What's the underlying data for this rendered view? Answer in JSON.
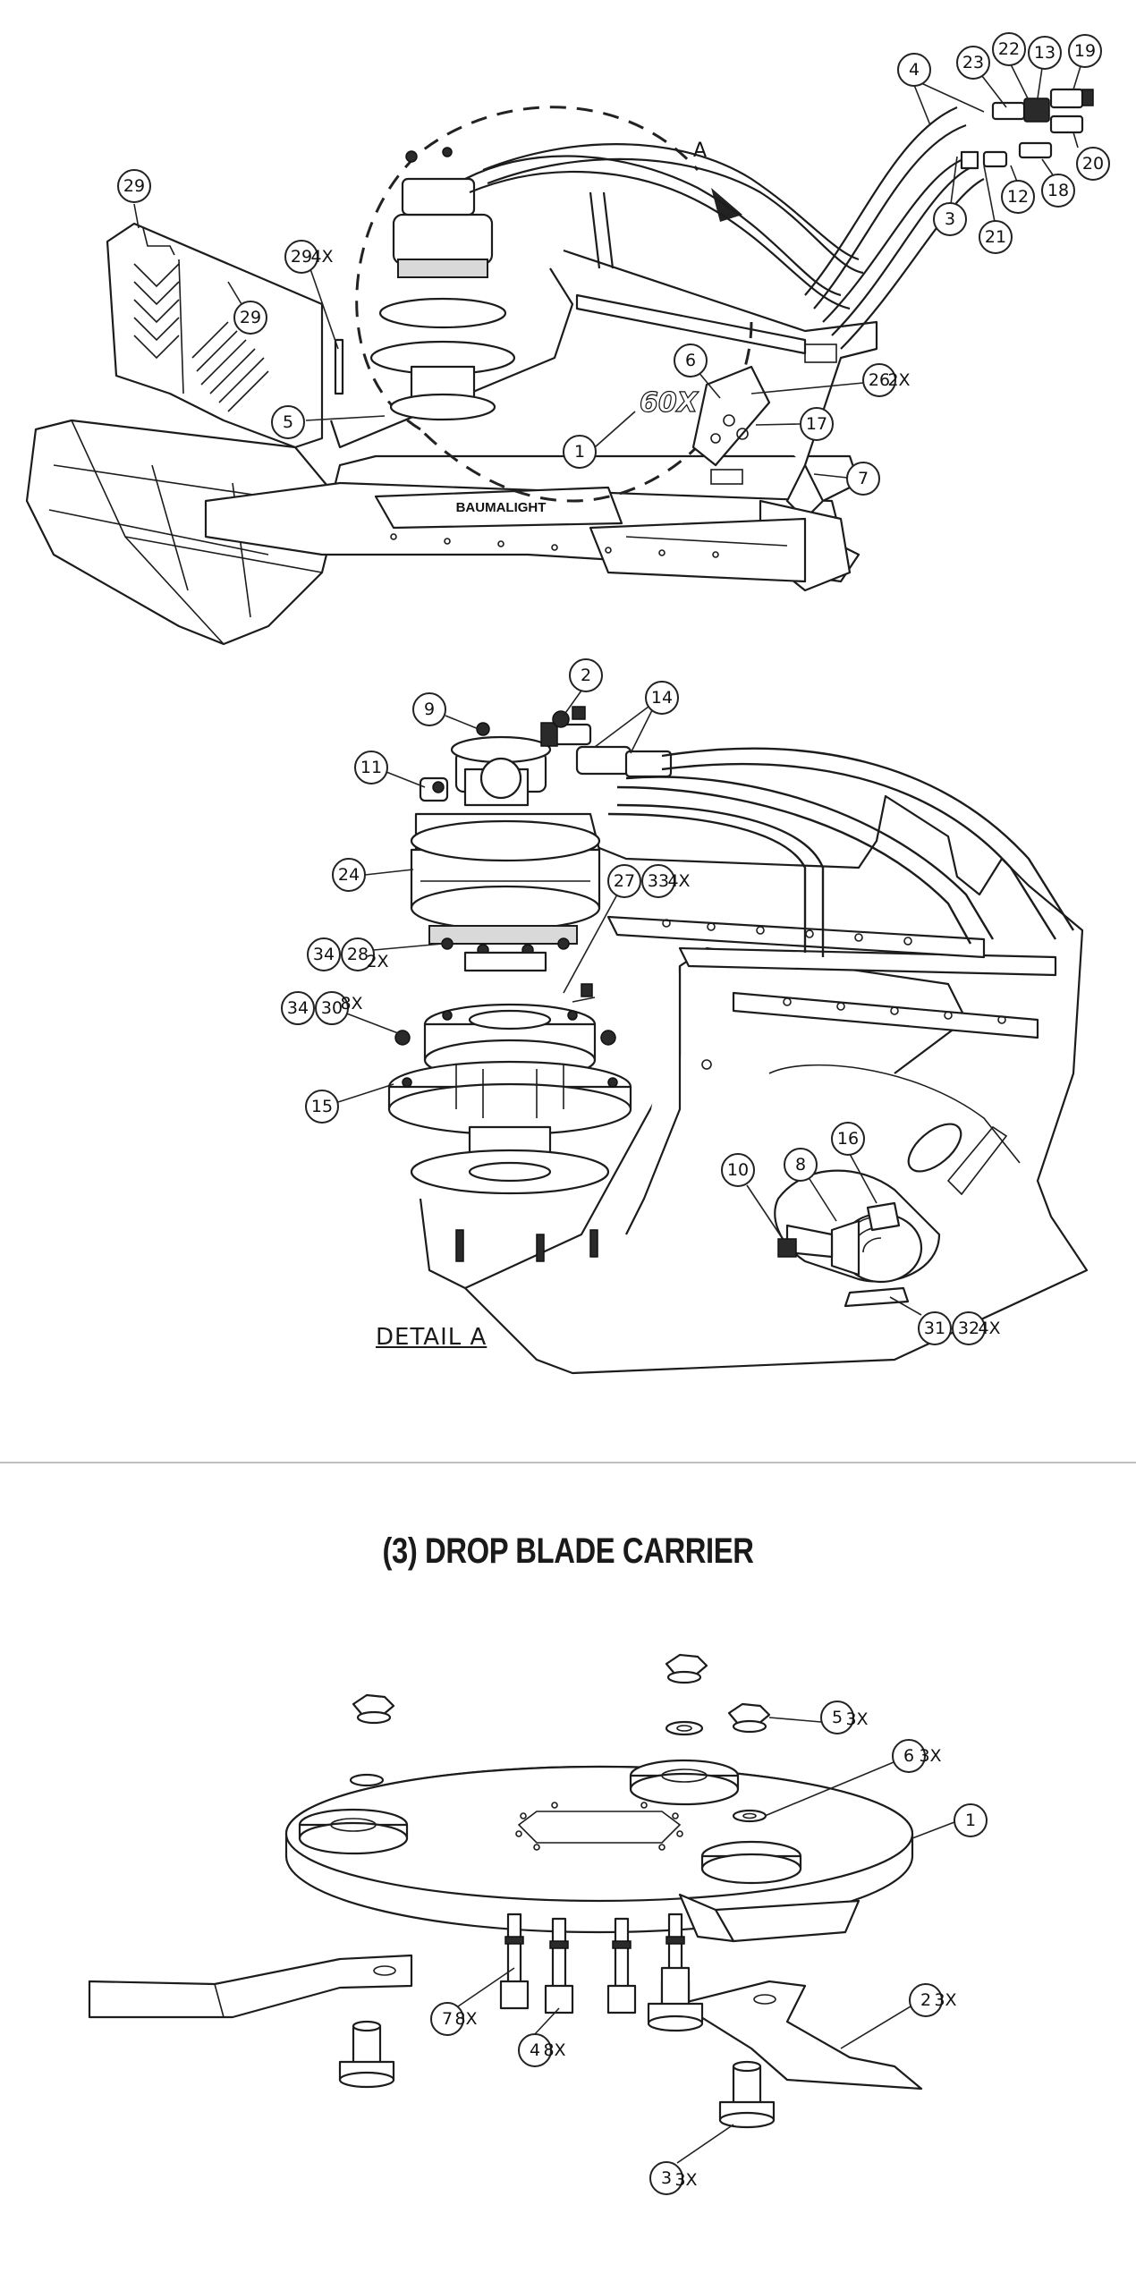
{
  "overview": {
    "view_callout": "A",
    "decal_text": "60X",
    "logo_text": "BAUMALIGHT",
    "balloons": [
      {
        "n": "29",
        "q": ""
      },
      {
        "n": "29",
        "q": "4X"
      },
      {
        "n": "29",
        "q": ""
      },
      {
        "n": "5",
        "q": ""
      },
      {
        "n": "1",
        "q": ""
      },
      {
        "n": "6",
        "q": ""
      },
      {
        "n": "26",
        "q": "2X"
      },
      {
        "n": "17",
        "q": ""
      },
      {
        "n": "7",
        "q": ""
      },
      {
        "n": "4",
        "q": ""
      },
      {
        "n": "3",
        "q": ""
      },
      {
        "n": "21",
        "q": ""
      },
      {
        "n": "12",
        "q": ""
      },
      {
        "n": "18",
        "q": ""
      },
      {
        "n": "20",
        "q": ""
      },
      {
        "n": "23",
        "q": ""
      },
      {
        "n": "22",
        "q": ""
      },
      {
        "n": "13",
        "q": ""
      },
      {
        "n": "19",
        "q": ""
      }
    ]
  },
  "detail": {
    "label": "DETAIL  A",
    "balloons": [
      {
        "n": "2",
        "q": ""
      },
      {
        "n": "9",
        "q": ""
      },
      {
        "n": "14",
        "q": ""
      },
      {
        "n": "11",
        "q": ""
      },
      {
        "n": "24",
        "q": ""
      },
      {
        "n": "27",
        "q": ""
      },
      {
        "n": "33",
        "q": "4X"
      },
      {
        "n": "34",
        "q": ""
      },
      {
        "n": "28",
        "q": "2X"
      },
      {
        "n": "34",
        "q": ""
      },
      {
        "n": "30",
        "q": "8X"
      },
      {
        "n": "15",
        "q": ""
      },
      {
        "n": "10",
        "q": ""
      },
      {
        "n": "8",
        "q": ""
      },
      {
        "n": "16",
        "q": ""
      },
      {
        "n": "31",
        "q": ""
      },
      {
        "n": "32",
        "q": "4X"
      }
    ]
  },
  "carrier": {
    "title": "(3) DROP BLADE CARRIER",
    "balloons": [
      {
        "n": "5",
        "q": "3X"
      },
      {
        "n": "6",
        "q": "3X"
      },
      {
        "n": "1",
        "q": ""
      },
      {
        "n": "2",
        "q": "3X"
      },
      {
        "n": "7",
        "q": "8X"
      },
      {
        "n": "4",
        "q": "8X"
      },
      {
        "n": "3",
        "q": "3X"
      }
    ]
  }
}
